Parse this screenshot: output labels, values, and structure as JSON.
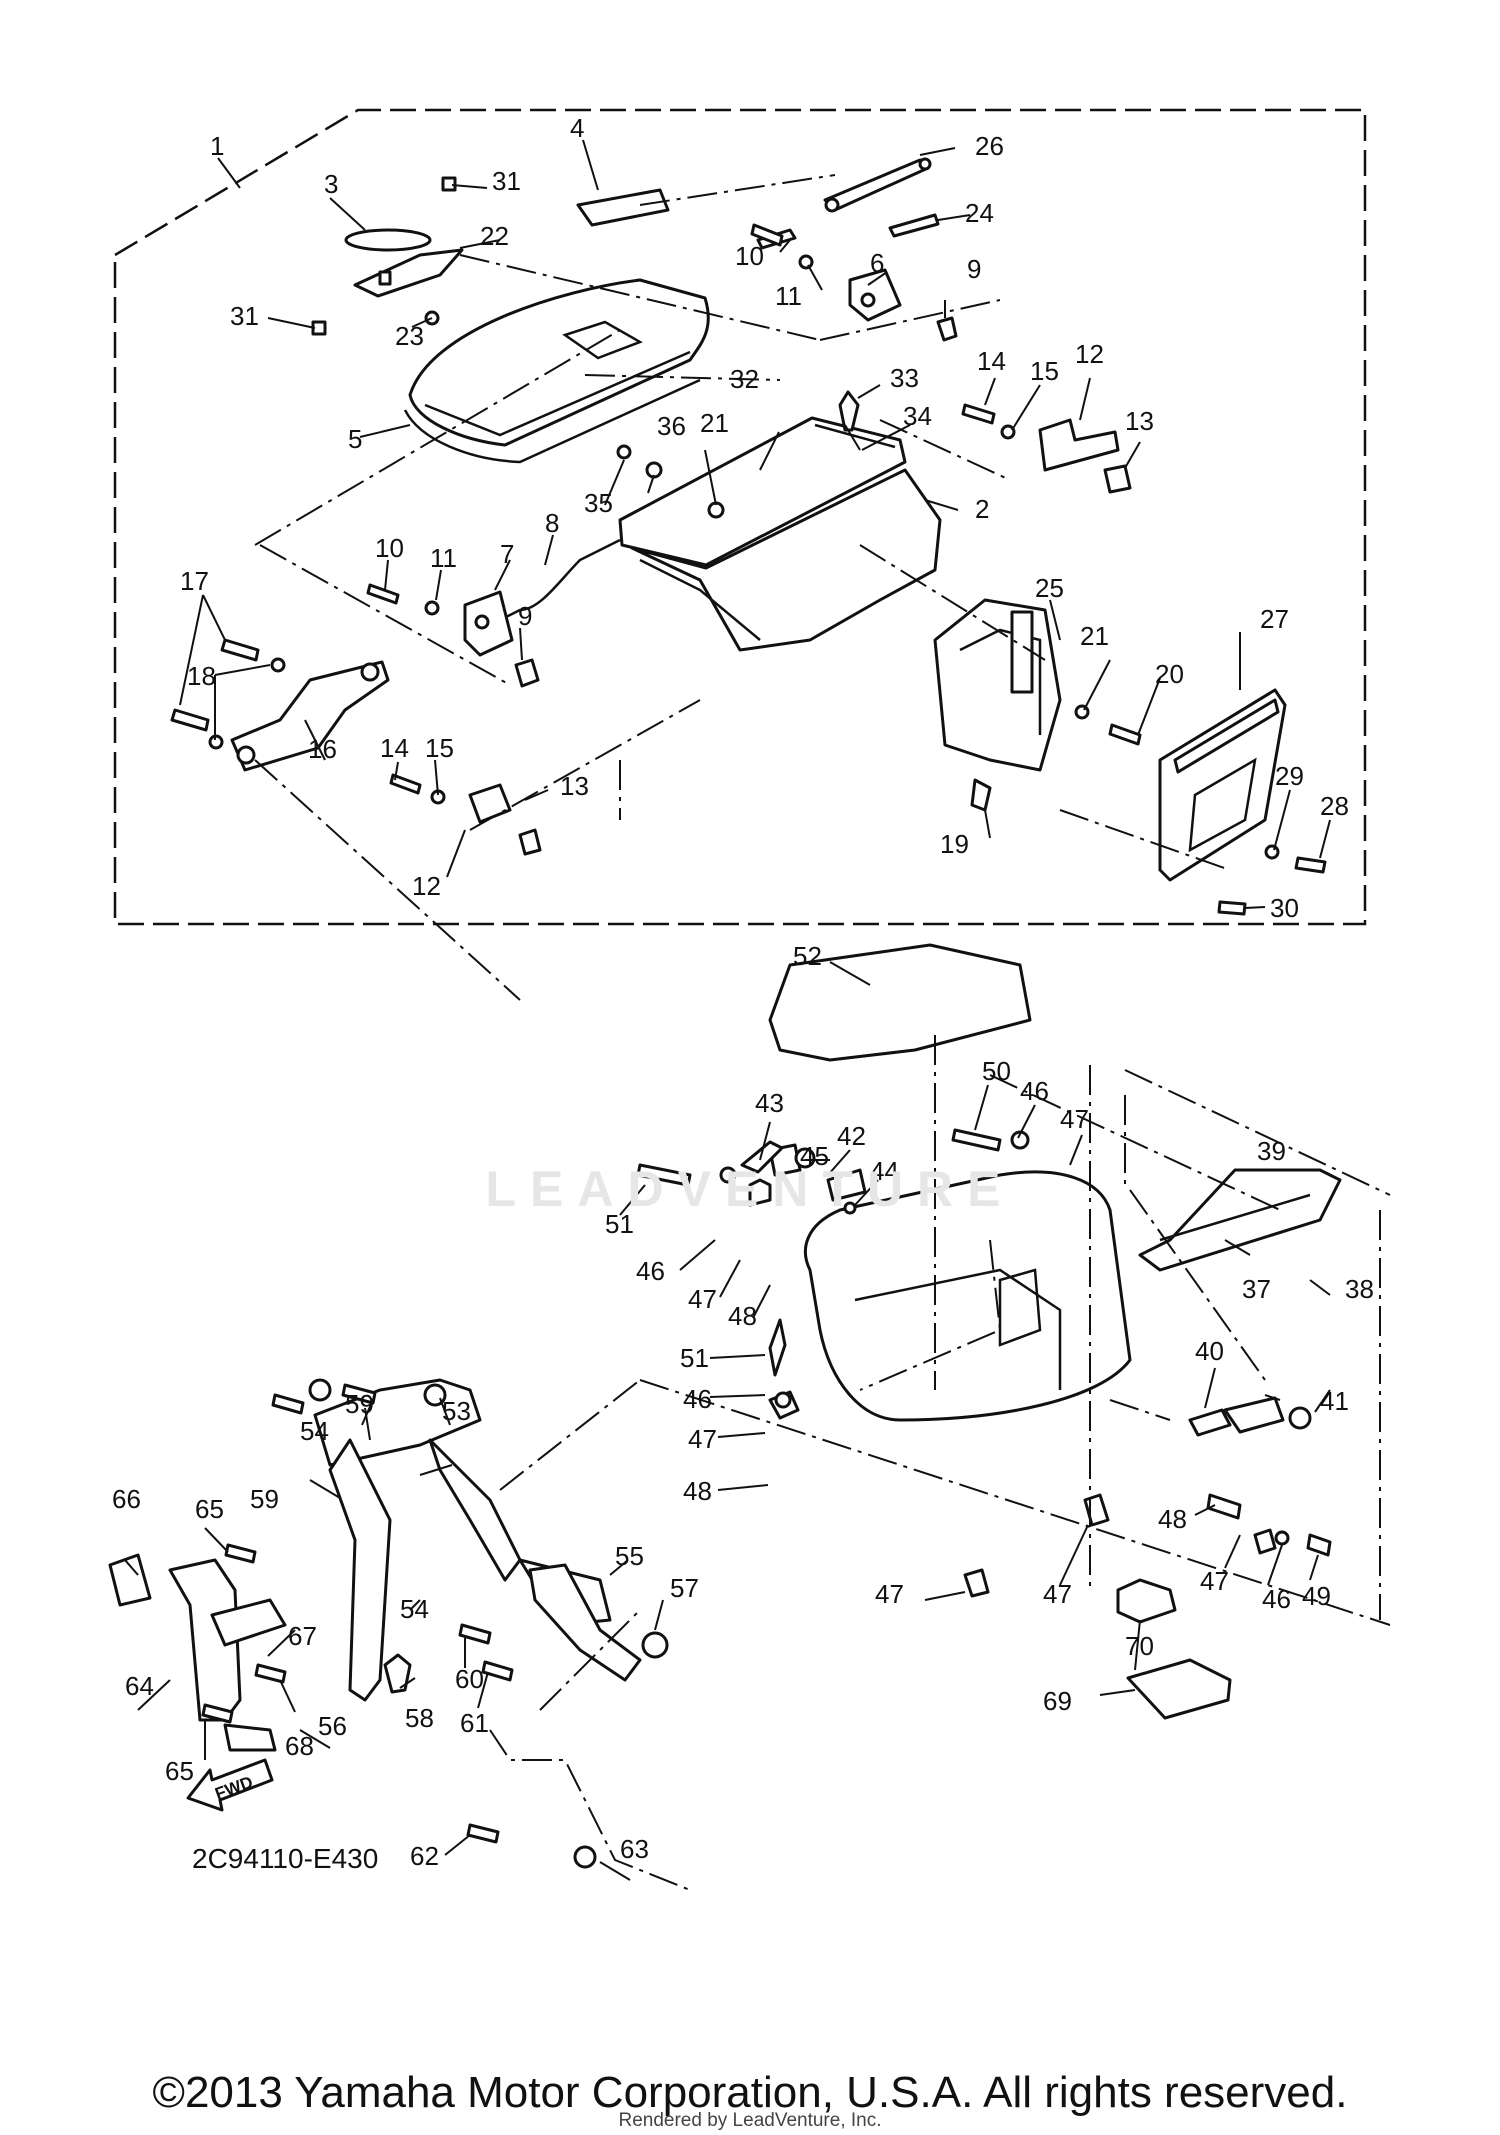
{
  "diagram": {
    "reference_code": "2C94110-E430",
    "direction_label": "FWD",
    "watermark": "LEADVENTURE",
    "copyright": "©2013 Yamaha Motor Corporation, U.S.A. All rights reserved.",
    "rendered_by": "Rendered by LeadVenture, Inc.",
    "callouts": [
      "1",
      "2",
      "3",
      "4",
      "5",
      "6",
      "7",
      "8",
      "9",
      "9",
      "10",
      "10",
      "11",
      "11",
      "12",
      "12",
      "13",
      "13",
      "14",
      "14",
      "15",
      "15",
      "16",
      "17",
      "18",
      "19",
      "20",
      "21",
      "21",
      "22",
      "23",
      "24",
      "25",
      "26",
      "27",
      "28",
      "29",
      "30",
      "31",
      "31",
      "32",
      "33",
      "34",
      "35",
      "36",
      "37",
      "38",
      "39",
      "40",
      "41",
      "42",
      "43",
      "44",
      "45",
      "46",
      "46",
      "46",
      "46",
      "47",
      "47",
      "47",
      "47",
      "47",
      "47",
      "48",
      "48",
      "48",
      "49",
      "50",
      "51",
      "51",
      "52",
      "53",
      "54",
      "54",
      "55",
      "56",
      "57",
      "58",
      "59",
      "59",
      "60",
      "61",
      "62",
      "63",
      "64",
      "65",
      "65",
      "66",
      "67",
      "68",
      "69",
      "70"
    ]
  }
}
